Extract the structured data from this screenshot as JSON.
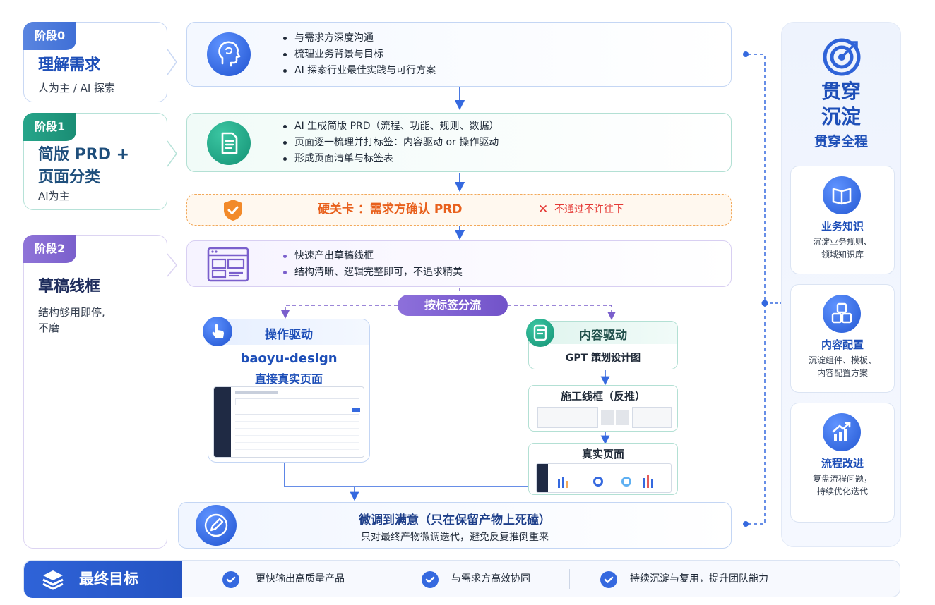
{
  "stages": [
    {
      "badge": "阶段0",
      "title": "理解需求",
      "subtitle": "人为主 / AI 探索"
    },
    {
      "badge": "阶段1",
      "title_line1": "简版 PRD +",
      "title_line2": "页面分类",
      "subtitle": "AI为主"
    },
    {
      "badge": "阶段2",
      "title": "草稿线框",
      "subtitle_line1": "结构够用即停,",
      "subtitle_line2": "不磨"
    }
  ],
  "step0": {
    "bullets": [
      "与需求方深度沟通",
      "梳理业务背景与目标",
      "AI 探索行业最佳实践与可行方案"
    ],
    "icon": "head-brain-icon"
  },
  "step1": {
    "bullets": [
      "AI 生成简版 PRD（流程、功能、规则、数据）",
      "页面逐一梳理并打标签：内容驱动 or 操作驱动",
      "形成页面清单与标签表"
    ],
    "icon": "document-icon"
  },
  "gate": {
    "title": "硬关卡 ：需求方确认 PRD",
    "x": "✕",
    "note": "不通过不许往下",
    "icon": "shield-check-icon"
  },
  "step2": {
    "bullets": [
      "快速产出草稿线框",
      "结构清晰、逻辑完整即可，不追求精美"
    ],
    "icon": "wireframe-icon"
  },
  "split_label": "按标签分流",
  "left_branch": {
    "title": "操作驱动",
    "line1": "baoyu-design",
    "line2": "直接真实页面",
    "icon": "hand-pointer-icon"
  },
  "right_branch": {
    "title": "内容驱动",
    "sub": "GPT 策划设计图",
    "box1": "施工线框（反推）",
    "box2": "真实页面",
    "icon": "content-doc-icon"
  },
  "final": {
    "title": "微调到满意（只在保留产物上死磕）",
    "sub": "只对最终产物微调迭代，避免反复推倒重来",
    "icon": "edit-pen-icon"
  },
  "side": {
    "title_line1": "贯穿",
    "title_line2": "沉淀",
    "subtitle": "贯穿全程",
    "icon": "target-icon",
    "cards": [
      {
        "title": "业务知识",
        "desc_line1": "沉淀业务规则、",
        "desc_line2": "领域知识库",
        "icon": "book-icon"
      },
      {
        "title": "内容配置",
        "desc_line1": "沉淀组件、模板、",
        "desc_line2": "内容配置方案",
        "icon": "cubes-icon"
      },
      {
        "title": "流程改进",
        "desc_line1": "复盘流程问题，",
        "desc_line2": "持续优化迭代",
        "icon": "chart-up-icon"
      }
    ]
  },
  "bottom": {
    "label": "最终目标",
    "icon": "layers-icon",
    "goals": [
      "更快输出高质量产品",
      "与需求方高效协同",
      "持续沉淀与复用，提升团队能力"
    ]
  },
  "colors": {
    "blue": "#2f63d8",
    "green": "#1a8d74",
    "purple": "#7a5fcc",
    "orange": "#e8601c",
    "red": "#e53935"
  }
}
